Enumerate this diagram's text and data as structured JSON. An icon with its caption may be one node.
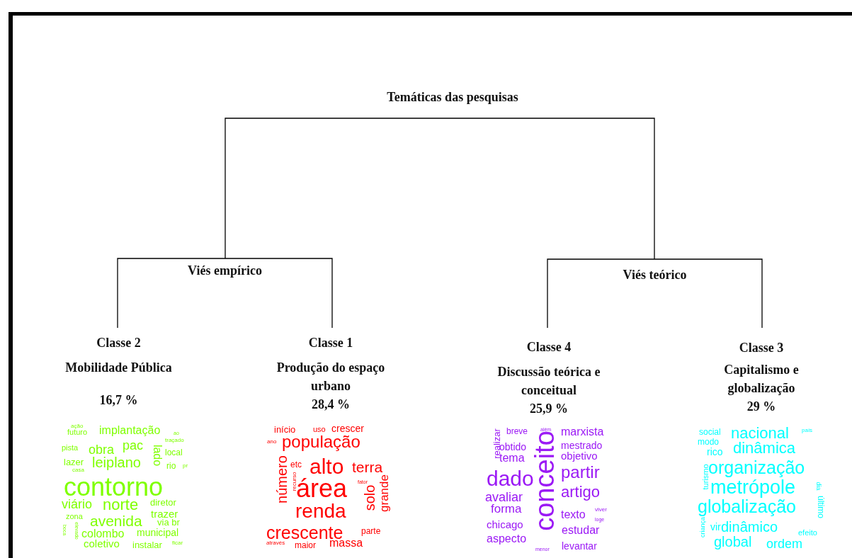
{
  "diagram": {
    "nodes": [
      {
        "text": [
          "Temáticas das pesquisas"
        ]
      },
      {
        "text": [
          "Viés empírico"
        ]
      },
      {
        "text": [
          "Viés teórico"
        ]
      },
      {
        "text": [
          "Classe 2",
          "Mobilidade Pública",
          "16,7 %"
        ],
        "beside": [
          "ação",
          "futuro",
          "implantação",
          "ao",
          "traçado",
          "lado",
          "pista",
          "obra",
          "pac",
          "local",
          "lazer",
          "leiplano",
          "rio",
          "pr",
          "casa",
          "contorno",
          "viário",
          "norte",
          "diretor",
          "trazer",
          "zona",
          "avenida",
          "via br",
          "boca",
          "elevado",
          "colombo",
          "municipal",
          "coletivo",
          "instalar",
          "ficar"
        ]
      },
      {
        "text": [
          "Classe 1",
          "Produção do espaço urbano",
          "28,4 %"
        ],
        "beside": [
          "início",
          "uso",
          "crescer",
          "ano",
          "população",
          "número",
          "etc",
          "recurso",
          "alto",
          "terra",
          "fator",
          "área",
          "solo",
          "grande",
          "renda",
          "crescente",
          "parte",
          "através",
          "maior",
          "massa"
        ]
      },
      {
        "text": [
          "Classe 4",
          "Discussão teórica e conceitual",
          "25,9 %"
        ],
        "beside": [
          "realizar",
          "breve",
          "além",
          "marxista",
          "obtido",
          "mestrado",
          "tema",
          "objetivo",
          "conceito",
          "dado",
          "partir",
          "avaliar",
          "artigo",
          "forma",
          "viver",
          "texto",
          "loge",
          "chicago",
          "estudar",
          "aspecto",
          "menor",
          "levantar"
        ]
      },
      {
        "text": [
          "Classe 3",
          "Capitalismo e globalização",
          "29 %"
        ],
        "beside": [
          "social",
          "nacional",
          "país",
          "modo",
          "rico",
          "dinâmica",
          "turismo",
          "organização",
          "metrópole",
          "dia",
          "globalização",
          "último",
          "criança",
          "vir",
          "dinâmico",
          "efeito",
          "global",
          "ordem"
        ]
      }
    ],
    "edges": [
      {
        "from": 0,
        "to": 1,
        "arrow": "none"
      },
      {
        "from": 0,
        "to": 2,
        "arrow": "none"
      },
      {
        "from": 1,
        "to": 3,
        "arrow": "none"
      },
      {
        "from": 1,
        "to": 4,
        "arrow": "none"
      },
      {
        "from": 2,
        "to": 5,
        "arrow": "none"
      },
      {
        "from": 2,
        "to": 6,
        "arrow": "none"
      }
    ]
  }
}
